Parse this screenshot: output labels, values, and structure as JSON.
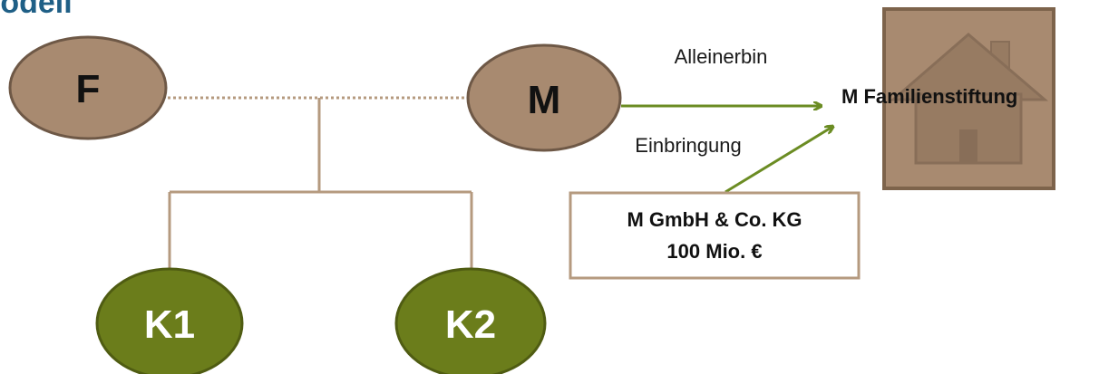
{
  "title": "Modell",
  "nodes": {
    "father": {
      "label": "F"
    },
    "mother": {
      "label": "M"
    },
    "child1": {
      "label": "K1"
    },
    "child2": {
      "label": "K2"
    }
  },
  "edges": {
    "inheritance_label": "Alleinerbin",
    "contribution_label": "Einbringung"
  },
  "company": {
    "name": "M GmbH & Co. KG",
    "value": "100 Mio. €"
  },
  "foundation": {
    "name": "M Familienstiftung",
    "icon": "house-icon"
  },
  "colors": {
    "parent_fill": "#a88a70",
    "child_fill": "#6b7d1b",
    "connector": "#b59a7f",
    "arrow": "#6b8c23",
    "title": "#1f5f86",
    "foundation_frame": "#7d634b",
    "foundation_fill": "#a88a70"
  }
}
